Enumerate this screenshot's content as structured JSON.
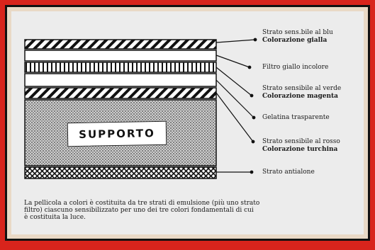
{
  "diagram": {
    "layers": [
      {
        "name": "layer-blue-sensitive",
        "pattern": "diagonal"
      },
      {
        "name": "layer-yellow-filter",
        "pattern": "blank"
      },
      {
        "name": "layer-green-sensitive",
        "pattern": "vertical"
      },
      {
        "name": "layer-gap",
        "pattern": "blank"
      },
      {
        "name": "layer-red-sensitive",
        "pattern": "diagonal"
      },
      {
        "name": "layer-base",
        "pattern": "dots"
      },
      {
        "name": "layer-antihalation",
        "pattern": "crosshatch"
      }
    ],
    "support_label": "SUPPORTO",
    "labels": {
      "blu_line1": "Strato sens.bile al blu",
      "blu_line2": "Colorazione gialla",
      "filtro": "Filtro giallo incolore",
      "verde_line1": "Strato sensibile al verde",
      "verde_line2": "Colorazione magenta",
      "gelatina": "Gelatina trasparente",
      "rosso_line1": "Strato sensibile al rosso",
      "rosso_line2": "Colorazione turchina",
      "antialone": "Strato antialone"
    },
    "caption": "La pellicola a colori è costituita da tre strati di emulsione (più uno strato\nfiltro) ciascuno sensibilizzato per uno dei tre colori fondamentali di cui\nè costituita la luce."
  }
}
